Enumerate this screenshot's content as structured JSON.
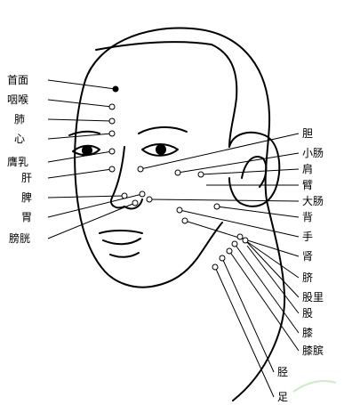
{
  "left_labels": {
    "face_top": "首面",
    "throat": "咽喉",
    "lung": "肺",
    "heart": "心",
    "breast": "膺乳",
    "liver": "肝",
    "spleen": "脾",
    "stomach": "胃",
    "bladder": "膀胱"
  },
  "right_labels": {
    "gallbladder": "胆",
    "small_intestine": "小肠",
    "shoulder": "肩",
    "arm": "臂",
    "large_intestine": "大肠",
    "back": "背",
    "hand": "手",
    "kidney": "肾",
    "navel": "脐",
    "inner_thigh": "股里"
  },
  "bottom_labels": {
    "thigh": "股",
    "knee": "膝",
    "kneecap": "膝膑",
    "shin": "胫",
    "foot": "足"
  },
  "colors": {
    "ink": "#000000",
    "paper": "#ffffff",
    "watermark": "#cfe9c9"
  }
}
